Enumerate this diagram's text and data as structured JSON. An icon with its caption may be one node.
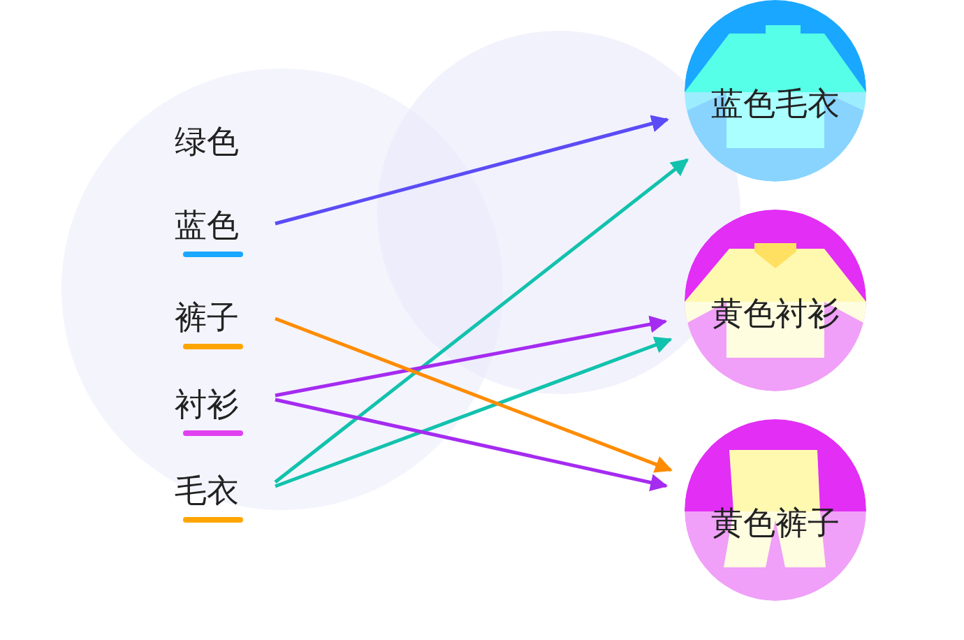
{
  "diagram": {
    "nodes": [
      {
        "text": [
          "绿色"
        ]
      },
      {
        "text": [
          "蓝色"
        ]
      },
      {
        "text": [
          "裤子"
        ]
      },
      {
        "text": [
          "衬衫"
        ]
      },
      {
        "text": [
          "毛衣"
        ]
      },
      {
        "text": [
          "蓝色毛衣"
        ]
      },
      {
        "text": [
          "黄色衬衫"
        ]
      },
      {
        "text": [
          "黄色裤子"
        ]
      }
    ],
    "edges": [
      {
        "from": 1,
        "to": 5,
        "arrow": "to",
        "color": "#5b4cf5"
      },
      {
        "from": 4,
        "to": 5,
        "arrow": "to",
        "color": "#12c2ad"
      },
      {
        "from": 3,
        "to": 6,
        "arrow": "to",
        "color": "#a52bf0"
      },
      {
        "from": 4,
        "to": 6,
        "arrow": "to",
        "color": "#12c2ad"
      },
      {
        "from": 2,
        "to": 7,
        "arrow": "to",
        "color": "#ff8c00"
      },
      {
        "from": 3,
        "to": 7,
        "arrow": "to",
        "color": "#a52bf0"
      }
    ]
  }
}
